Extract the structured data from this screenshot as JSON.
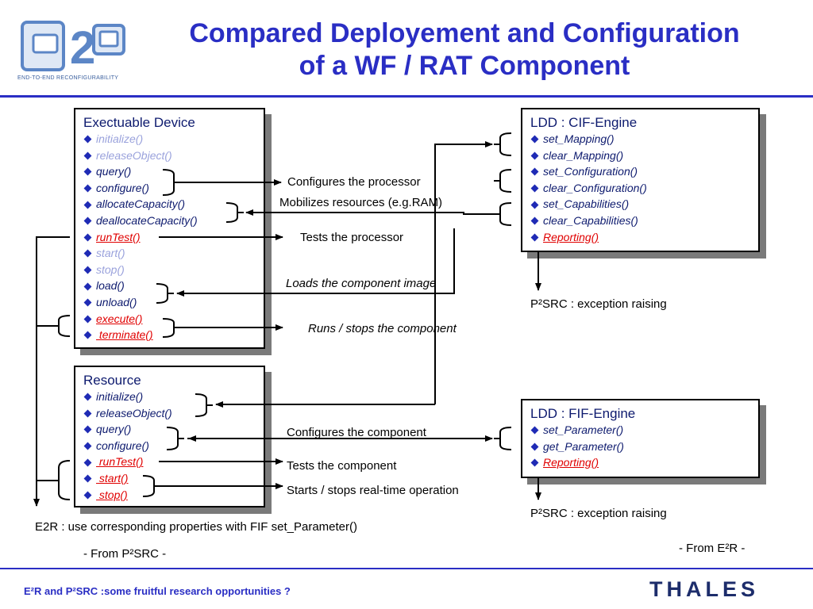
{
  "header": {
    "title_line1": "Compared Deployement and Configuration",
    "title_line2": "of a WF / RAT Component",
    "logo_text": "END-TO-END RECONFIGURABILITY"
  },
  "boxes": {
    "exec_device": {
      "title": "Exectuable Device",
      "items": [
        {
          "label": "initialize()",
          "style": "faded"
        },
        {
          "label": "releaseObject()",
          "style": "faded"
        },
        {
          "label": "query()",
          "style": "normal"
        },
        {
          "label": "configure()",
          "style": "normal"
        },
        {
          "label": "allocateCapacity()",
          "style": "normal"
        },
        {
          "label": "deallocateCapacity()",
          "style": "normal"
        },
        {
          "label": "runTest()",
          "style": "red"
        },
        {
          "label": "start()",
          "style": "faded"
        },
        {
          "label": "stop()",
          "style": "faded"
        },
        {
          "label": "load()",
          "style": "normal"
        },
        {
          "label": "unload()",
          "style": "normal"
        },
        {
          "label": "execute()",
          "style": "red"
        },
        {
          "label": " terminate()",
          "style": "red"
        }
      ]
    },
    "resource": {
      "title": "Resource",
      "items": [
        {
          "label": "initialize()",
          "style": "normal"
        },
        {
          "label": "releaseObject()",
          "style": "normal"
        },
        {
          "label": "query()",
          "style": "normal"
        },
        {
          "label": "configure()",
          "style": "normal"
        },
        {
          "label": " runTest()",
          "style": "red"
        },
        {
          "label": " start()",
          "style": "red"
        },
        {
          "label": " stop()",
          "style": "red"
        }
      ]
    },
    "cif_engine": {
      "title": "LDD : CIF-Engine",
      "items": [
        {
          "label": "set_Mapping()",
          "style": "normal"
        },
        {
          "label": "clear_Mapping()",
          "style": "normal"
        },
        {
          "label": "set_Configuration()",
          "style": "normal"
        },
        {
          "label": "clear_Configuration()",
          "style": "normal"
        },
        {
          "label": "set_Capabilities()",
          "style": "normal"
        },
        {
          "label": "clear_Capabilities()",
          "style": "normal"
        },
        {
          "label": "Reporting()",
          "style": "red"
        }
      ]
    },
    "fif_engine": {
      "title": "LDD : FIF-Engine",
      "items": [
        {
          "label": "set_Parameter()",
          "style": "normal"
        },
        {
          "label": "get_Parameter()",
          "style": "normal"
        },
        {
          "label": "Reporting()",
          "style": "red"
        }
      ]
    }
  },
  "labels": {
    "configures_processor": "Configures the processor",
    "mobilizes_resources": "Mobilizes resources (e.g.RAM)",
    "tests_processor": "Tests the processor",
    "loads_image": "Loads the component image",
    "runs_stops": "Runs / stops the component",
    "exception_1": "P²SRC : exception raising",
    "configures_component": "Configures the component",
    "tests_component": "Tests the component",
    "starts_stops": "Starts / stops real-time operation",
    "exception_2": "P²SRC : exception raising",
    "e2r_note": "E2R : use corresponding properties with FIF set_Parameter()",
    "from_p2src": "- From P²SRC -",
    "from_e2r": "- From E²R -"
  },
  "footer": {
    "text": "E²R and P²SRC :some fruitful research opportunities ?",
    "brand": "THALES"
  },
  "colors": {
    "title_blue": "#2a2ec4",
    "item_blue": "#0d1a6e",
    "faded_blue": "#9aa2dc",
    "highlight_red": "#e00000",
    "shadow_gray": "#7a7a7a"
  }
}
